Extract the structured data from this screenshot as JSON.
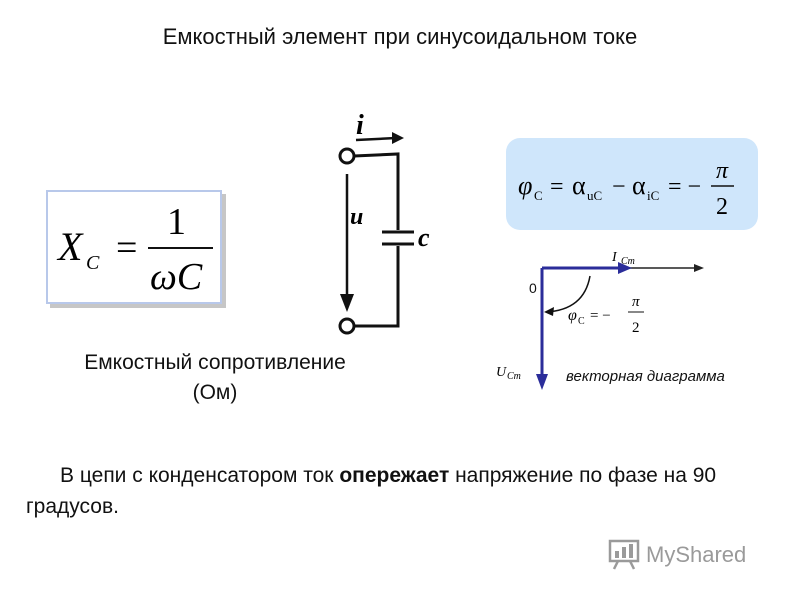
{
  "slide": {
    "title": "Емкостный элемент при синусоидальном токе",
    "caption_line1": "Емкостный сопротивление",
    "caption_line2": "(Ом)",
    "body_before": "В цепи с конденсатором ток ",
    "body_bold": "опережает",
    "body_after": " напряжение по фазе на 90 градусов."
  },
  "formula": {
    "lhs": "X",
    "lhs_sub": "C",
    "eq": "=",
    "numerator": "1",
    "denominator": "ωC"
  },
  "phase_formula": {
    "phi": "φ",
    "phi_sub": "C",
    "alpha_u": "α",
    "alpha_u_sub": "uC",
    "alpha_i": "α",
    "alpha_i_sub": "iC",
    "numerator": "π",
    "denominator": "2"
  },
  "circuit": {
    "current_label": "i",
    "voltage_label": "u",
    "capacitor_label": "c"
  },
  "vector_diagram": {
    "origin_label": "0",
    "current_label": "I",
    "current_sub": "Cm",
    "voltage_label": "U",
    "voltage_sub": "Cm",
    "angle_phi": "φ",
    "angle_sub": "C",
    "angle_num": "π",
    "angle_den": "2",
    "caption": "векторная диаграмма",
    "colors": {
      "vector": "#2b2d9a",
      "axis": "#222222"
    }
  },
  "watermark": {
    "text": "MyShared",
    "color": "#9a9a9a"
  }
}
